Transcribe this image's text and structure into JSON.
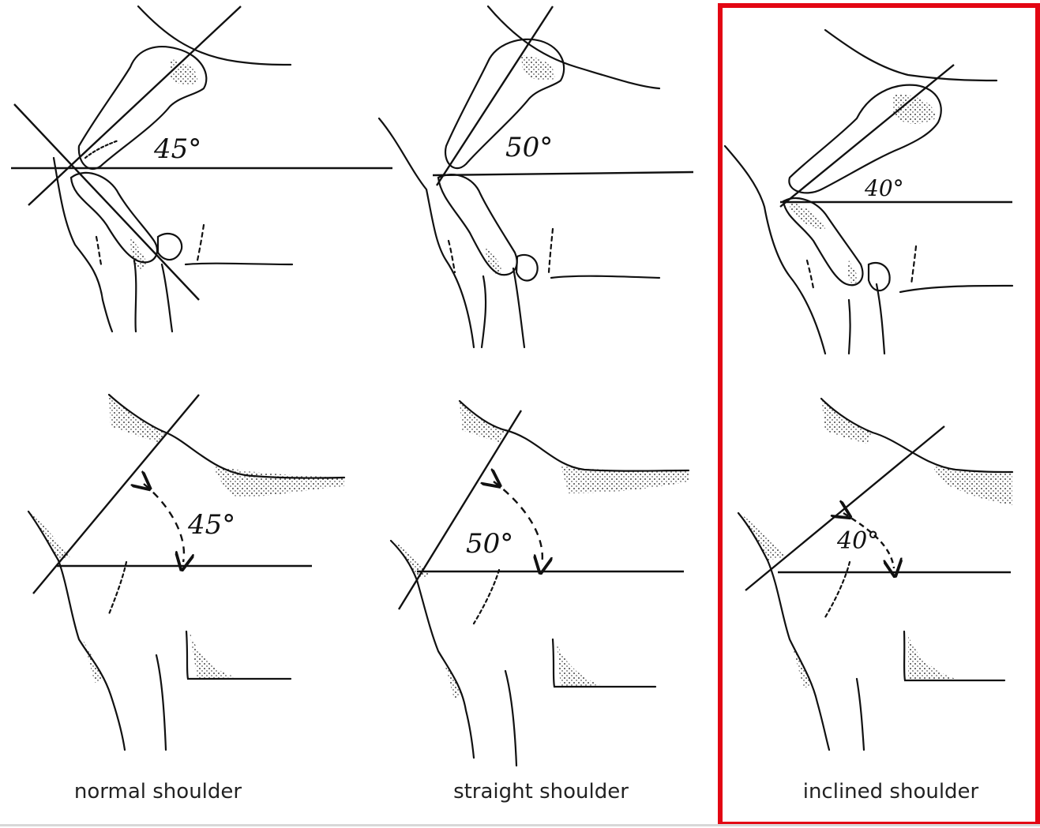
{
  "panels": [
    {
      "caption": "normal shoulder",
      "top_angle_label": "45°",
      "bottom_angle_label": "45°"
    },
    {
      "caption": "straight shoulder",
      "top_angle_label": "50°",
      "bottom_angle_label": "50°"
    },
    {
      "caption": "inclined shoulder",
      "top_angle_label": "40°",
      "bottom_angle_label": "40°"
    }
  ],
  "colors": {
    "ink": "#111111",
    "highlight": "#e30613",
    "background": "#ffffff"
  }
}
